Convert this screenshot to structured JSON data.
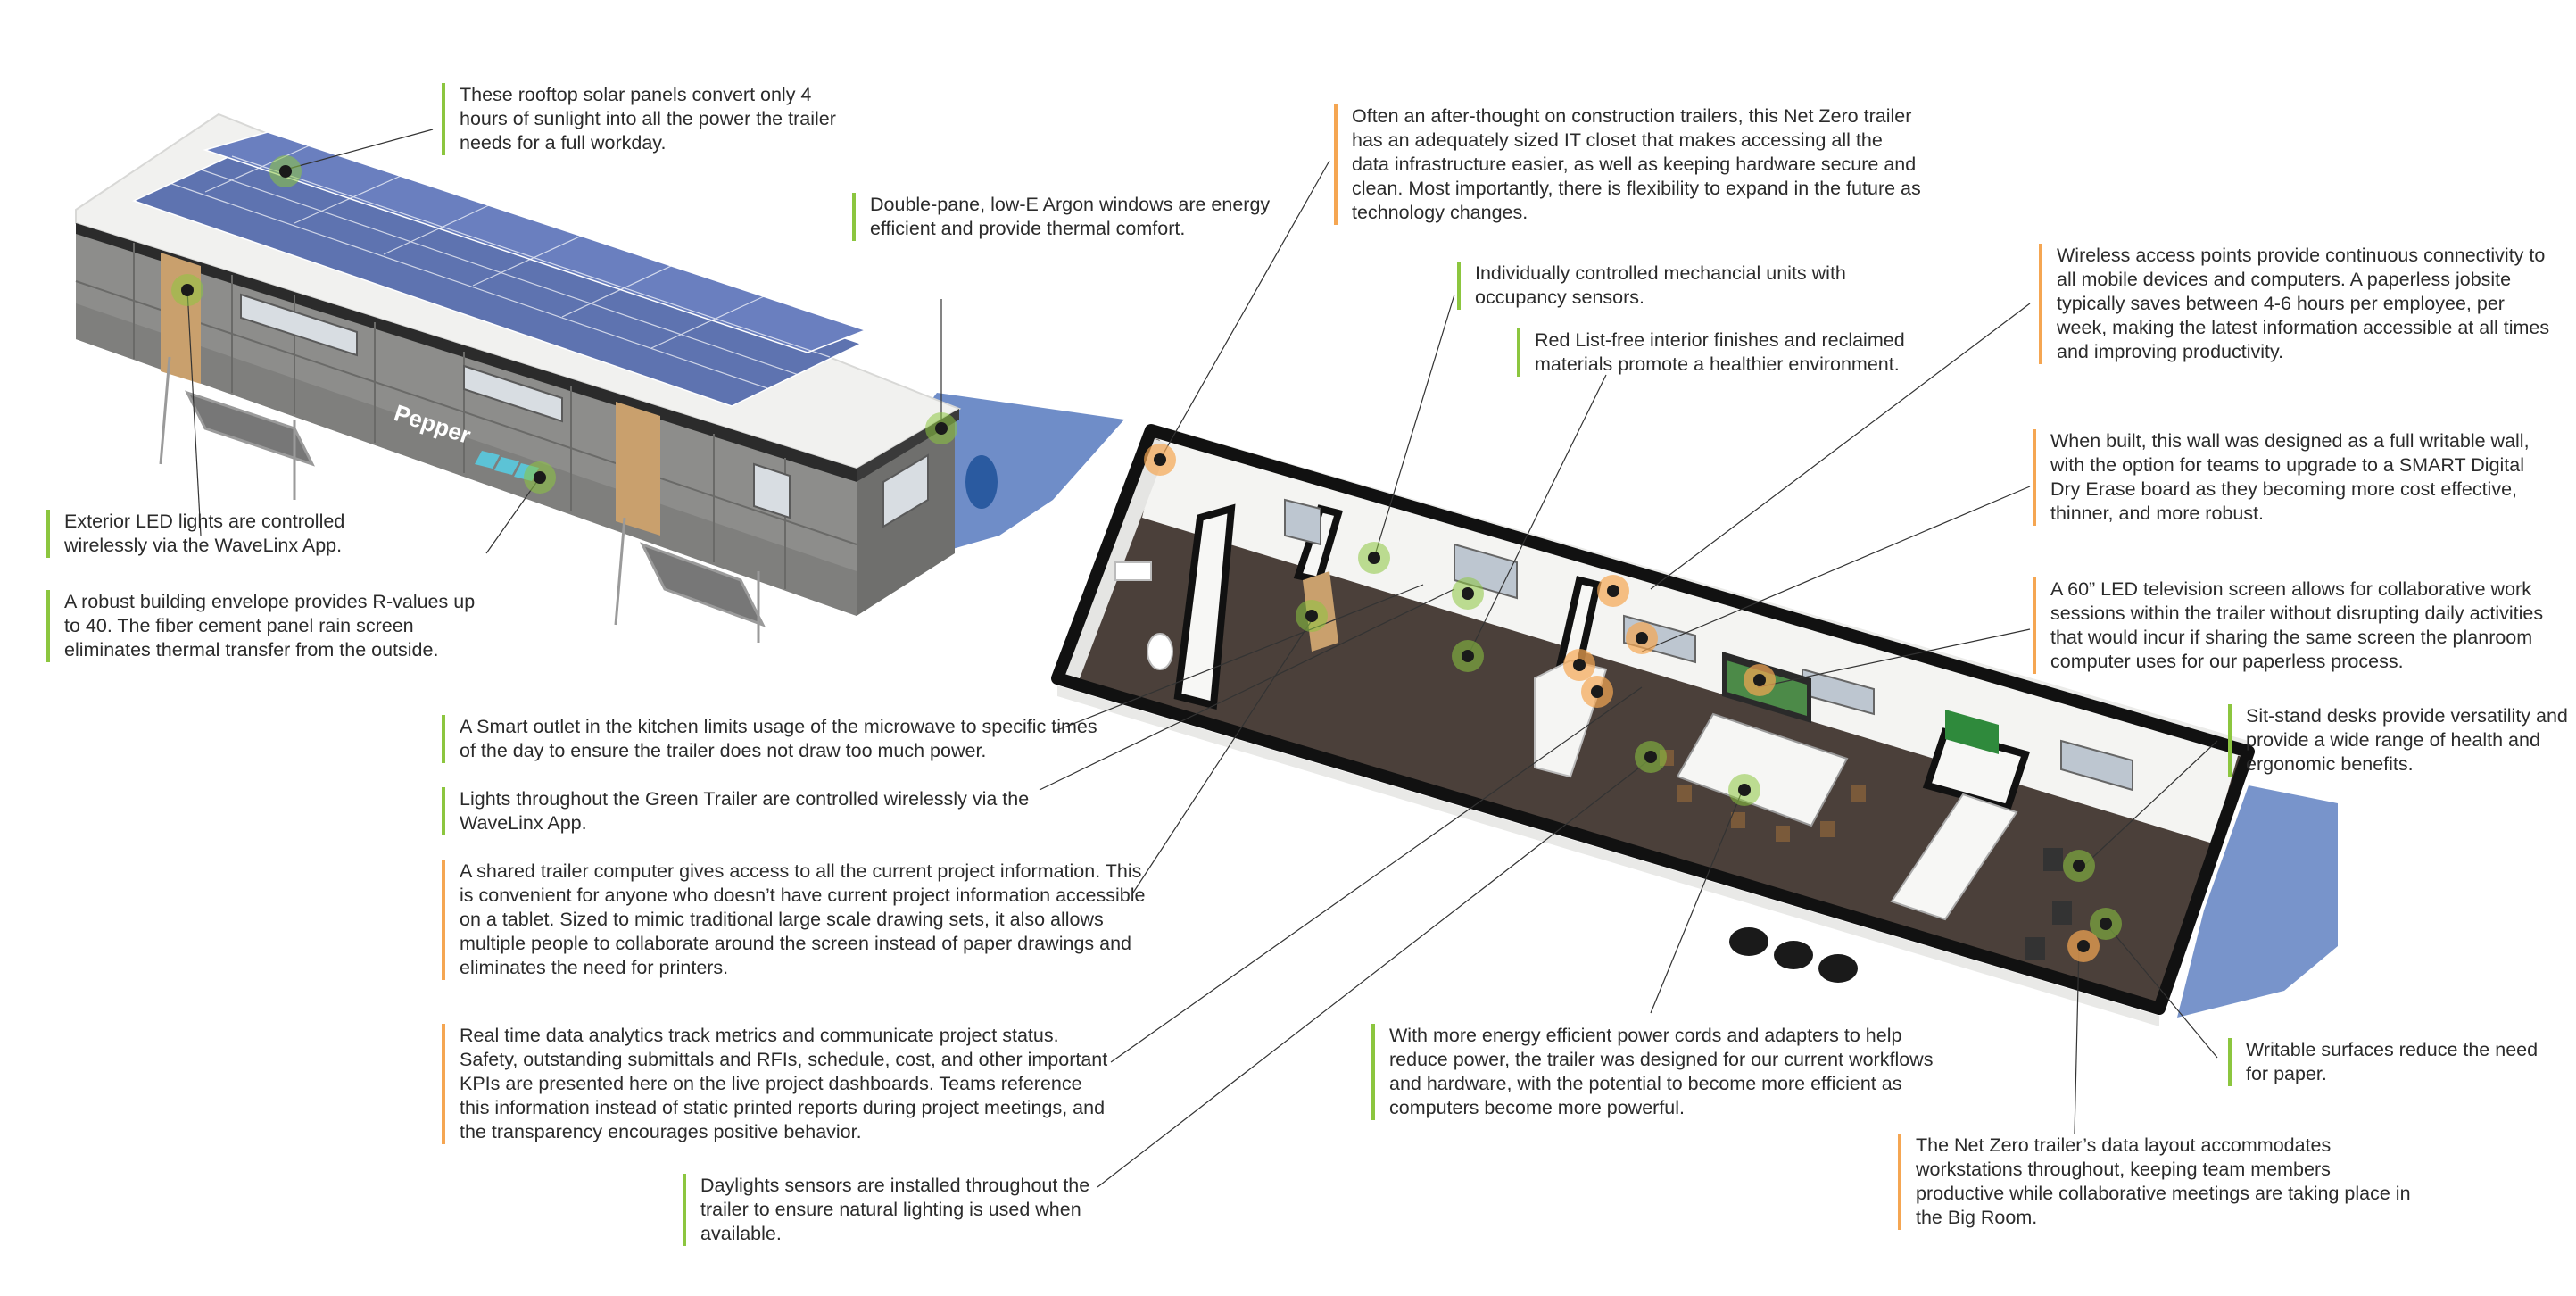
{
  "colors": {
    "green": "#8cc63f",
    "orange": "#f5a652",
    "wall": "#111111",
    "floor": "#4b403a",
    "solar": "#5e73b0",
    "shadow": "#3f67b5",
    "panel": "#8d8d8b",
    "wood": "#c9a06d"
  },
  "logo": {
    "text": "Pepper"
  },
  "callouts": {
    "solar": {
      "text": "These rooftop solar panels convert only 4 hours of sunlight into all the power the trailer needs for a full workday.",
      "color": "green"
    },
    "windows": {
      "text": "Double-pane, low-E Argon windows are energy efficient and provide thermal comfort.",
      "color": "green"
    },
    "itcloset": {
      "text": "Often an after-thought on construction trailers, this Net Zero trailer has an adequately sized IT closet that makes accessing all the data infrastructure easier, as well as keeping hardware secure and clean. Most importantly, there is flexibility to expand in the future as technology changes.",
      "color": "orange"
    },
    "mech": {
      "text": "Individually controlled mechancial units with occupancy sensors.",
      "color": "green"
    },
    "redlist": {
      "text": "Red List-free interior finishes and reclaimed materials promote a healthier environment.",
      "color": "green"
    },
    "wireless": {
      "text": "Wireless access points provide continuous connectivity to all mobile devices and computers. A paperless jobsite typically saves between 4-6 hours per employee, per week, making the latest information accessible at all times and improving productivity.",
      "color": "orange"
    },
    "wall": {
      "text": "When built, this wall was designed as a full writable wall, with the option for teams to upgrade to a SMART Digital Dry Erase board as they becoming more cost effective, thinner, and more robust.",
      "color": "orange"
    },
    "tv": {
      "text": "A 60” LED television screen allows for collaborative work sessions within the trailer without disrupting daily activities that would incur if sharing the same screen the planroom computer uses for our paperless process.",
      "color": "orange"
    },
    "sitstand": {
      "text": "Sit-stand desks provide versatility and provide a wide range of health and ergonomic benefits.",
      "color": "green"
    },
    "writable": {
      "text": "Writable surfaces reduce the need for paper.",
      "color": "green"
    },
    "datalayout": {
      "text": "The Net Zero trailer’s data layout accommodates workstations throughout, keeping team members productive while collaborative meetings are taking place in the Big Room.",
      "color": "orange"
    },
    "powercords": {
      "text": "With more energy efficient power cords and adapters to help reduce power, the trailer was designed for our current workflows and hardware, with the potential to become more efficient as computers become more powerful.",
      "color": "green"
    },
    "daylight": {
      "text": "Daylights sensors are installed throughout the trailer to ensure natural lighting is used when available.",
      "color": "green"
    },
    "analytics": {
      "text": "Real time data analytics track metrics and communicate project status. Safety, outstanding submittals and RFIs, schedule, cost, and other important KPIs are presented here on the live project dashboards. Teams reference this information instead of static printed reports during project meetings, and the transparency encourages positive behavior.",
      "color": "orange"
    },
    "computer": {
      "text": "A shared trailer computer gives access to all the current project information. This is convenient for anyone who doesn’t have current project information accessible on a tablet. Sized to mimic traditional large scale drawing sets, it also allows multiple people to collaborate around the screen instead of paper drawings and eliminates the need for printers.",
      "color": "orange"
    },
    "lights": {
      "text": "Lights throughout the Green Trailer are controlled wirelessly via the WaveLinx App.",
      "color": "green"
    },
    "outlet": {
      "text": "A Smart outlet in the kitchen limits usage of the microwave to specific times of the day to ensure the trailer does not draw too much power.",
      "color": "green"
    },
    "envelope": {
      "text": "A robust building envelope provides R-values up to 40. The fiber cement panel rain screen eliminates thermal transfer from the outside.",
      "color": "green"
    },
    "exteriorled": {
      "text": "Exterior LED lights are controlled wirelessly via the WaveLinx App.",
      "color": "green"
    }
  }
}
